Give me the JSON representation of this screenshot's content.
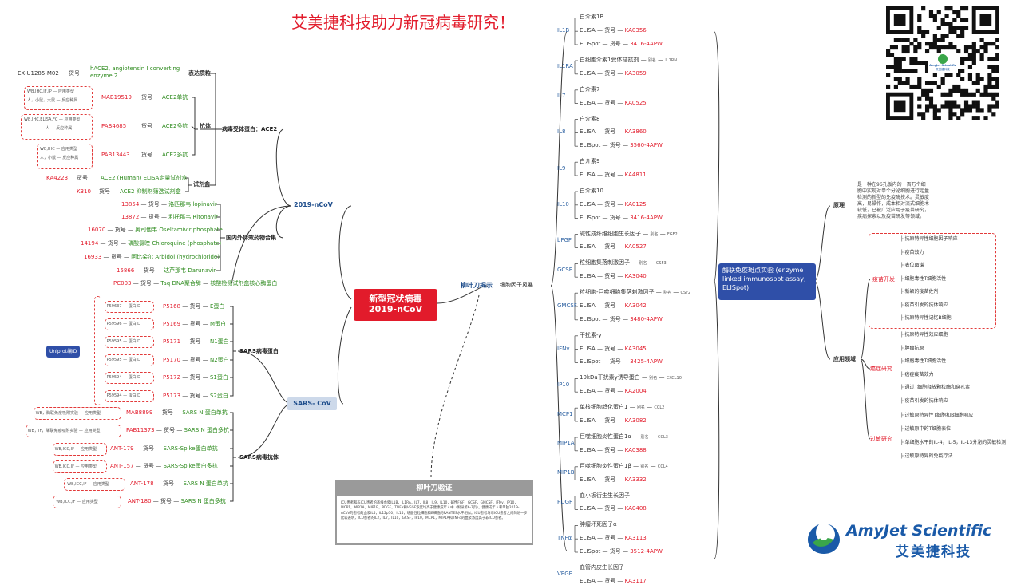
{
  "slogan": "艾美捷科技助力新冠病毒研究！",
  "center": {
    "line1": "新型冠状病毒",
    "line2": "2019-nCoV"
  },
  "branch_2019": "2019-nCoV",
  "branch_sars": "SARS- CoV",
  "branch_liuye": "柳叶刀揭示",
  "branch_cytokine": "细胞因子风暴",
  "ace2": {
    "title": "病毒受体蛋白：ACE2",
    "plasmid_label": "表达质粒",
    "plasmid_id": "EX-U1285-M02",
    "plasmid_name_1": "hACE2, angiotensin I converting",
    "plasmid_name_2": "enzyme 2",
    "antibody_label": "抗体",
    "kit_label": "试剂盒",
    "rows": [
      {
        "app": "WB,IHC,IF,IP",
        "app_label": "应用类型",
        "species": "人，小鼠，大鼠",
        "sp_label": "反应种属",
        "cat": "MAB19519",
        "name": "ACE2单抗"
      },
      {
        "app": "WB,IHC,ELISA,FC",
        "app_label": "应用类型",
        "species": "人",
        "sp_label": "反应种属",
        "cat": "PAB4685",
        "name": "ACE2多抗"
      },
      {
        "app": "WB,IHC",
        "app_label": "应用类型",
        "species": "人，小鼠",
        "sp_label": "反应种属",
        "cat": "PAB13443",
        "name": "ACE2多抗"
      }
    ],
    "kits": [
      {
        "cat": "KA4223",
        "name": "ACE2 (Human) ELISA定量试剂盒"
      },
      {
        "cat": "K310",
        "name": "ACE2 抑制剂筛选试剂盒"
      }
    ]
  },
  "drugs": {
    "title": "国内外特效药物合集",
    "items": [
      {
        "cat": "13854",
        "name": "洛匹那韦 lopinavir"
      },
      {
        "cat": "13872",
        "name": "利托那韦 Ritonavir"
      },
      {
        "cat": "16070",
        "name": "奥司他韦 Oseltamivir phosphate"
      },
      {
        "cat": "14194",
        "name": "磷酸氯喹 Chloroquine (phosphate)"
      },
      {
        "cat": "16933",
        "name": "阿比朵尔 Arbidol (hydrochloride)"
      },
      {
        "cat": "15866",
        "name": "达芦那韦 Darunavir"
      },
      {
        "cat": "PC003",
        "name": "Taq DNA聚合酶",
        "extra": "核酸检测试剂盒核心酶蛋白"
      }
    ]
  },
  "hao": "货号",
  "sars_protein": {
    "title": "SARS病毒蛋白",
    "uniprot": "Uniprot编ID",
    "id_label": "蛋白ID",
    "items": [
      {
        "uid": "P59637",
        "cat": "P5168",
        "name": "E蛋白"
      },
      {
        "uid": "P59596",
        "cat": "P5169",
        "name": "M蛋白"
      },
      {
        "uid": "P59595",
        "cat": "P5171",
        "name": "N1蛋白"
      },
      {
        "uid": "P59595",
        "cat": "P5170",
        "name": "N2蛋白"
      },
      {
        "uid": "P59594",
        "cat": "P5172",
        "name": "S1蛋白"
      },
      {
        "uid": "P59594",
        "cat": "P5173",
        "name": "S2蛋白"
      }
    ]
  },
  "sars_ab": {
    "title": "SARS病毒抗体",
    "app_label": "应用类型",
    "items": [
      {
        "app": "WB，酶联免疫吸附实验",
        "cat": "MAB8899",
        "name": "SARS N 蛋白单抗"
      },
      {
        "app": "WB，IF，酶联免疫吸附实验",
        "cat": "PAB11373",
        "name": "SARS N 蛋白多抗"
      },
      {
        "app": "WB,ICC,IF",
        "cat": "ANT-179",
        "name": "SARS-Spike蛋白单抗"
      },
      {
        "app": "WB,ICC,IF",
        "cat": "ANT-157",
        "name": "SARS-Spike蛋白多抗"
      },
      {
        "app": "WB,ICC,IF",
        "cat": "ANT-178",
        "name": "SARS N 蛋白单抗"
      },
      {
        "app": "WB,ICC,IF",
        "cat": "ANT-180",
        "name": "SARS N 蛋白多抗"
      }
    ]
  },
  "lancet": {
    "title": "柳叶刀验证",
    "text": "ICU患者和非ICU患者的基线血浆IL1B，IL1RA，IL7，IL8，IL9，IL10，碱性FGF，GCSF，GMCSF，IFNγ，IP10，MCP1，MIP1A，MIP1B，PDGF，TNFα和VEGF浓度均高于健康成年人中（附录第6-7页）。健康成年人和单独2019-nCoV的患者的血浆IL5，IL12p70，IL15，嗜酸性粒细胞和B细胞的RANTES水平相似。ICU患者与非ICU患者之间的进一步比较表明，ICU患者的IL2，IL7，IL10，GCSF，IP10，MCP1，MIP1A和TNFα的血浆浓度高于非ICU患者。"
  },
  "cytokines": {
    "elisa": "ELISA",
    "elispot": "ELISpot",
    "alias": "别名",
    "groups": [
      {
        "key": "IL1B",
        "rows": [
          {
            "type": "desc",
            "text": "白介素1B"
          },
          {
            "type": "ELISA",
            "cat": "KA0356"
          },
          {
            "type": "ELISpot",
            "cat": "3416-4APW"
          }
        ]
      },
      {
        "key": "IL1RA",
        "rows": [
          {
            "type": "desc",
            "text": "白细胞介素1受体拮抗剂",
            "alias": "IL1RN"
          },
          {
            "type": "ELISA",
            "cat": "KA3059"
          }
        ]
      },
      {
        "key": "IL7",
        "rows": [
          {
            "type": "desc",
            "text": "白介素7"
          },
          {
            "type": "ELISA",
            "cat": "KA0525"
          }
        ]
      },
      {
        "key": "IL8",
        "rows": [
          {
            "type": "desc",
            "text": "白介素8"
          },
          {
            "type": "ELISA",
            "cat": "KA3860"
          },
          {
            "type": "ELISpot",
            "cat": "3560-4APW"
          }
        ]
      },
      {
        "key": "IL9",
        "rows": [
          {
            "type": "desc",
            "text": "白介素9"
          },
          {
            "type": "ELISA",
            "cat": "KA4811"
          }
        ]
      },
      {
        "key": "IL10",
        "rows": [
          {
            "type": "desc",
            "text": "白介素10"
          },
          {
            "type": "ELISA",
            "cat": "KA0125"
          },
          {
            "type": "ELISpot",
            "cat": "3416-4APW"
          }
        ]
      },
      {
        "key": "bFGF",
        "rows": [
          {
            "type": "desc",
            "text": "碱性成纤维细胞生长因子",
            "alias": "FGF2"
          },
          {
            "type": "ELISA",
            "cat": "KA0527"
          }
        ]
      },
      {
        "key": "GCSF",
        "rows": [
          {
            "type": "desc",
            "text": "粒细胞集落刺激因子",
            "alias": "CSF3"
          },
          {
            "type": "ELISA",
            "cat": "KA3040"
          }
        ]
      },
      {
        "key": "GMCSF",
        "rows": [
          {
            "type": "desc",
            "text": "粒细胞-巨噬细胞集落刺激因子",
            "alias": "CSF2"
          },
          {
            "type": "ELISA",
            "cat": "KA3042"
          },
          {
            "type": "ELISpot",
            "cat": "3480-4APW"
          }
        ]
      },
      {
        "key": "IFNγ",
        "rows": [
          {
            "type": "desc",
            "text": "干扰素-γ"
          },
          {
            "type": "ELISA",
            "cat": "KA3045"
          },
          {
            "type": "ELISpot",
            "cat": "3425-4APW"
          }
        ]
      },
      {
        "key": "IP10",
        "rows": [
          {
            "type": "desc",
            "text": "10kDa干扰素γ诱导蛋白",
            "alias": "CXCL10"
          },
          {
            "type": "ELISA",
            "cat": "KA2004"
          }
        ]
      },
      {
        "key": "MCP1",
        "rows": [
          {
            "type": "desc",
            "text": "单核细胞趋化蛋白1",
            "alias": "CCL2"
          },
          {
            "type": "ELISA",
            "cat": "KA3082"
          }
        ]
      },
      {
        "key": "MIP1A",
        "rows": [
          {
            "type": "desc",
            "text": "巨噬细胞炎性蛋白1α",
            "alias": "CCL3"
          },
          {
            "type": "ELISA",
            "cat": "KA0388"
          }
        ]
      },
      {
        "key": "MIP1B",
        "rows": [
          {
            "type": "desc",
            "text": "巨噬细胞炎性蛋白1β",
            "alias": "CCL4"
          },
          {
            "type": "ELISA",
            "cat": "KA3332"
          }
        ]
      },
      {
        "key": "PDGF",
        "rows": [
          {
            "type": "desc",
            "text": "血小板衍生生长因子"
          },
          {
            "type": "ELISA",
            "cat": "KA0408"
          }
        ]
      },
      {
        "key": "TNFα",
        "rows": [
          {
            "type": "desc",
            "text": "肿瘤坏死因子α"
          },
          {
            "type": "ELISA",
            "cat": "KA3113"
          },
          {
            "type": "ELISpot",
            "cat": "3512-4APW"
          }
        ]
      },
      {
        "key": "VEGF",
        "rows": [
          {
            "type": "desc",
            "text": "血管内皮生长因子"
          },
          {
            "type": "ELISA",
            "cat": "KA3117"
          }
        ]
      }
    ]
  },
  "elispot_node": {
    "title": "酶联免疫斑点实验 (enzyme linked immunospot assay, ELISpot)",
    "principle_label": "原理",
    "principle_text": "是一种在96孔板内的一百万个细胞中实现对单个分泌细胞进行定量检测的新型的免疫酶技术。灵敏度高，易操作，成本相对流式细胞术较低，已被广泛应用于疫苗研究，疾病探索以及疫苗研发等领域。",
    "apps_label": "应用领域",
    "vaccine_label": "疫苗开发",
    "vaccine_items": [
      "抗原特异性细胞因子响应",
      "疫苗效力",
      "表位图谱",
      "细胞毒性T细胞活性",
      "新颖的疫苗佐剂",
      "疫苗引发的抗体响应",
      "抗原特异性记忆B细胞"
    ],
    "tumor_label": "癌症研究",
    "tumor_items": [
      "抗原特异性效应细胞",
      "肿瘤抗原",
      "细胞毒性T细胞活性",
      "癌症疫苗效力",
      "通过T细胞释放颗粒酶和穿孔素",
      "疫苗引发的抗体响应"
    ],
    "allergy_label": "过敏研究",
    "allergy_items": [
      "过敏原特异性T细胞和B细胞响应",
      "过敏原中的T细胞表位",
      "单细胞水平的IL-4，IL-5，IL-13分泌的灵敏检测",
      "过敏原特异的免疫疗法"
    ]
  },
  "brand": {
    "name_en": "AmyJet Scientific",
    "name_cn": "艾美捷科技",
    "qr_caption": "AmyJet Scientific",
    "qr_caption_cn": "艾美捷科技"
  },
  "colors": {
    "accent_red": "#e21b2b",
    "green": "#2e8b1e",
    "blue_box": "#2f4fa8",
    "brand_blue": "#1a5aa8",
    "brand_green": "#3aa64a"
  }
}
